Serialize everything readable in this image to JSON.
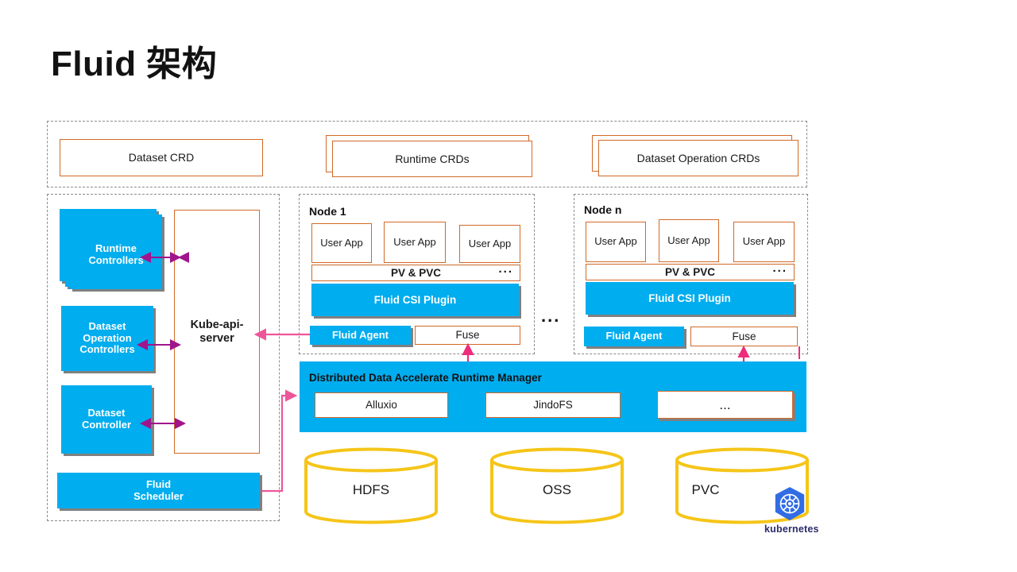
{
  "page": {
    "title": "Fluid 架构",
    "background": "#ffffff"
  },
  "colors": {
    "blue": "#00ADEE",
    "orange": "#D06A28",
    "gold": "#F5C518",
    "arrow_purple": "#A0148C",
    "arrow_pink": "#EE5599",
    "dashed_gray": "#8c8c8c",
    "shadow_gray": "#808080",
    "k8s_blue": "#326CE5"
  },
  "crd_section": {
    "items": [
      {
        "label": "Dataset CRD",
        "stacked": false
      },
      {
        "label": "Runtime CRDs",
        "stacked": true
      },
      {
        "label": "Dataset Operation CRDs",
        "stacked": true
      }
    ]
  },
  "control_plane": {
    "controllers": [
      {
        "label": "Runtime\nControllers",
        "line1": "Runtime",
        "line2": "Controllers",
        "stacked": true
      },
      {
        "label": "Dataset Operation Controllers",
        "line1": "Dataset",
        "line2": "Operation",
        "line3": "Controllers",
        "stacked": false
      },
      {
        "label": "Dataset Controller",
        "line1": "Dataset",
        "line2": "Controller",
        "stacked": false
      }
    ],
    "api_server": {
      "line1": "Kube-api-",
      "line2": "server"
    },
    "scheduler": {
      "line1": "Fluid",
      "line2": "Scheduler"
    }
  },
  "nodes": [
    {
      "name": "Node 1",
      "user_apps": [
        "User App",
        "User App",
        "User App"
      ],
      "pv_pvc": {
        "label": "PV & PVC",
        "ellipsis": "..."
      },
      "csi_plugin": "Fluid CSI Plugin",
      "agent": "Fluid Agent",
      "fuse": "Fuse"
    },
    {
      "name": "Node n",
      "user_apps": [
        "User App",
        "User App",
        "User App"
      ],
      "pv_pvc": {
        "label": "PV & PVC",
        "ellipsis": "..."
      },
      "csi_plugin": "Fluid CSI Plugin",
      "agent": "Fluid Agent",
      "fuse": "Fuse"
    }
  ],
  "node_gap_ellipsis": "...",
  "runtime_manager": {
    "title": "Distributed  Data Accelerate Runtime Manager",
    "engines": [
      "Alluxio",
      "JindoFS",
      "..."
    ]
  },
  "storage": {
    "cylinders": [
      "HDFS",
      "OSS",
      "PVC"
    ]
  },
  "kubernetes_logo": {
    "name": "kubernetes-logo",
    "text": "kubernetes"
  }
}
